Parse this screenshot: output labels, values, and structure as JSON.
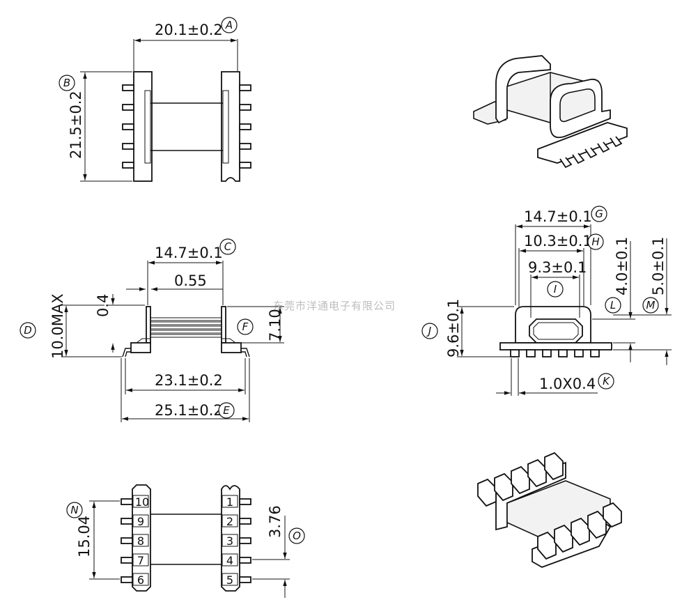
{
  "watermark": "东莞市洋通电子有限公司",
  "top_view": {
    "width_dim": "20.1±0.2",
    "width_ref": "A",
    "height_dim": "21.5±0.2",
    "height_ref": "B"
  },
  "front_view": {
    "top_dim": "14.7±0.1",
    "top_ref": "C",
    "gap_dim": "0.55",
    "flange_dim": "0.4",
    "height_dim": "10.0MAX",
    "height_ref": "D",
    "inner_dim": "7.10",
    "inner_ref": "F",
    "base_dim": "23.1±0.2",
    "overall_dim": "25.1±0.2",
    "overall_ref": "E"
  },
  "side_view": {
    "outer_dim": "14.7±0.1",
    "outer_ref": "G",
    "mid_dim": "10.3±0.1",
    "mid_ref": "H",
    "inner_dim": "9.3±0.1",
    "inner_ref": "I",
    "height_dim": "9.6±0.1",
    "height_ref": "J",
    "pin_dim": "1.0X0.4",
    "pin_ref": "K",
    "dim_l": "4.0±0.1",
    "dim_l_ref": "L",
    "dim_m": "5.0±0.1",
    "dim_m_ref": "M"
  },
  "bottom_view": {
    "span_dim": "15.04",
    "span_ref": "N",
    "pitch_dim": "3.76",
    "pitch_ref": "O",
    "pins_left": [
      "10",
      "9",
      "8",
      "7",
      "6"
    ],
    "pins_right": [
      "1",
      "2",
      "3",
      "4",
      "5"
    ]
  }
}
